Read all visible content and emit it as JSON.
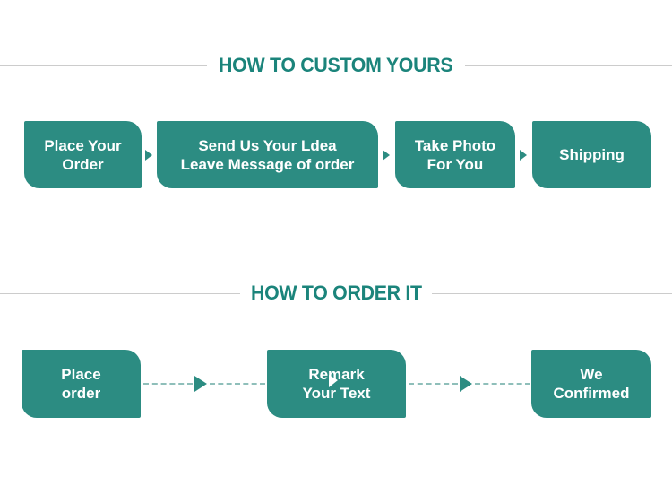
{
  "colors": {
    "background": "#FFFFFF",
    "box_fill": "#2C8C82",
    "heading_text": "#1B847B",
    "divider_line": "#CCCCCC",
    "dashed_line": "#8FBFBA",
    "box_text": "#FFFFFF"
  },
  "section_custom": {
    "title": "HOW TO CUSTOM YOURS",
    "steps": [
      {
        "line1": "Place Your",
        "line2": "Order"
      },
      {
        "line1": "Send Us Your Ldea",
        "line2": "Leave Message of order"
      },
      {
        "line1": "Take Photo",
        "line2": "For You"
      },
      {
        "line1": "Shipping",
        "line2": ""
      }
    ]
  },
  "section_order": {
    "title": "HOW TO ORDER IT",
    "steps": [
      {
        "line1": "Place",
        "line2": "order"
      },
      {
        "line1": "Remark",
        "line2": "Your Text"
      },
      {
        "line1": "We",
        "line2": "Confirmed"
      }
    ]
  },
  "icons": {
    "step_arrow": "right-arrow-triangle",
    "flow_arrow": "dashed-right-arrow",
    "cursor": "white-cursor-triangle"
  }
}
